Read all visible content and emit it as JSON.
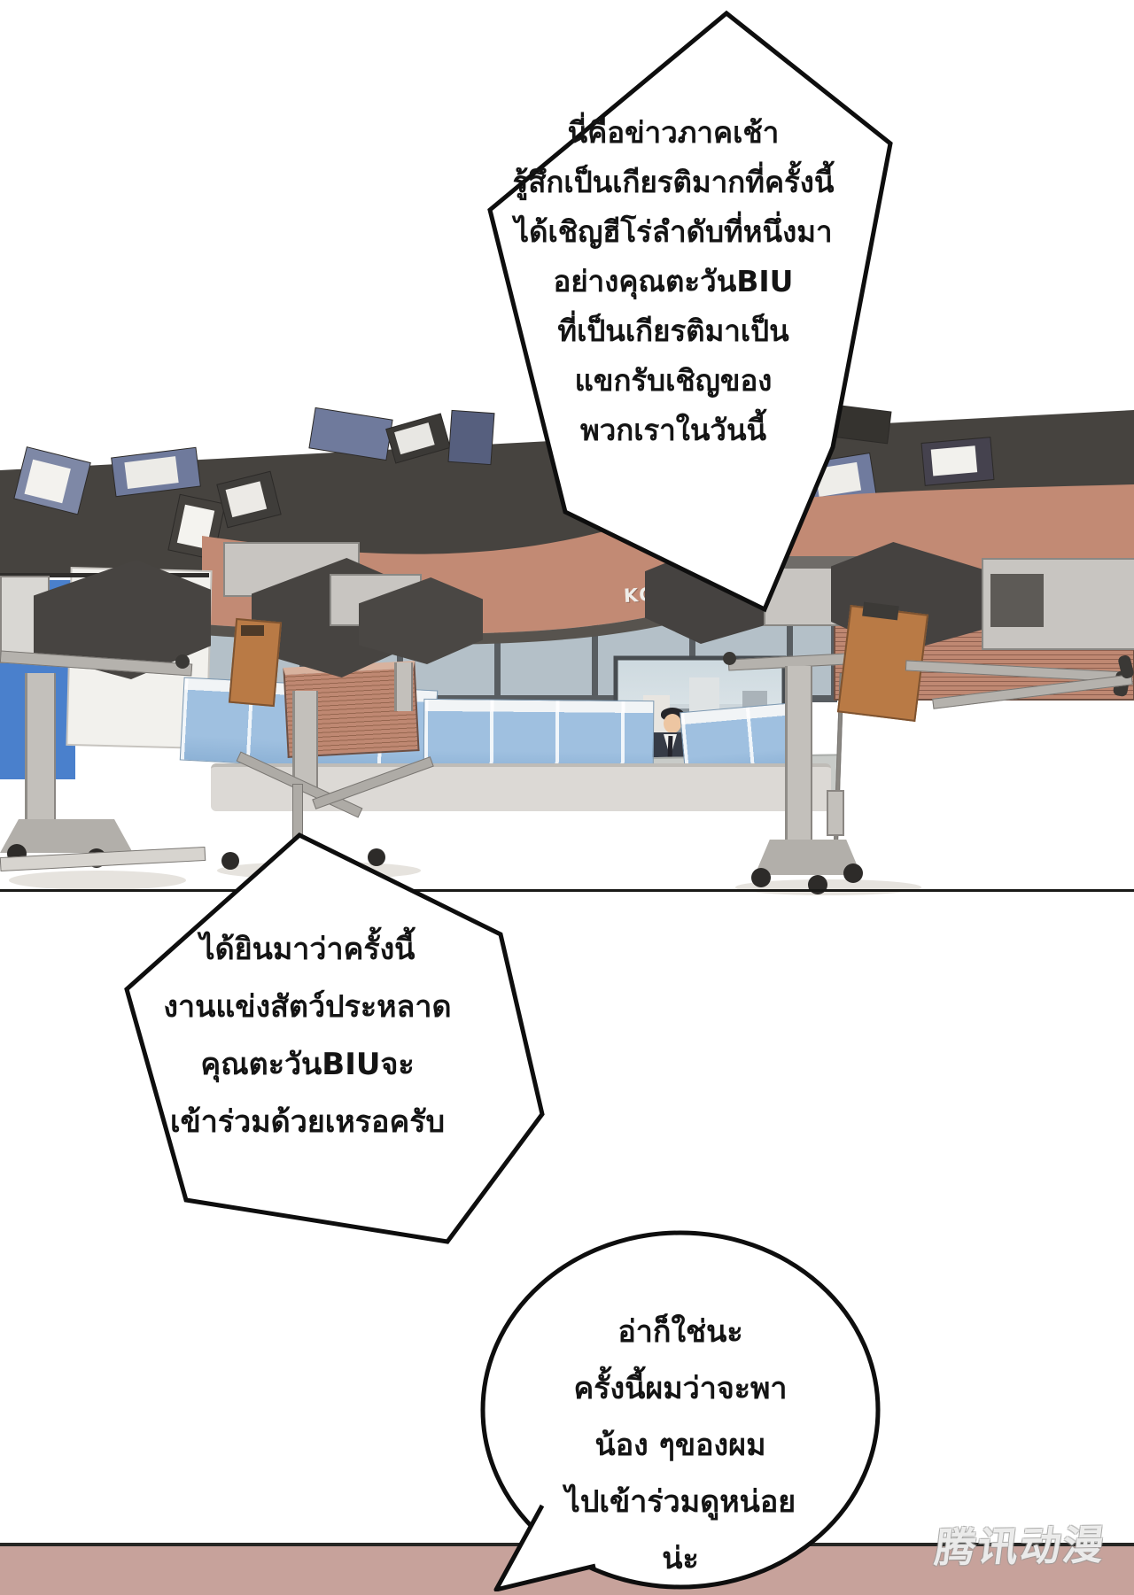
{
  "comic": {
    "bubbles": [
      {
        "speaker": "news-anchor",
        "shape": "pentagon",
        "text": "นี่คือข่าวภาคเช้า\nรู้สึกเป็นเกียรติมากที่ครั้งนี้\nได้เชิญฮีโร่ลำดับที่หนึ่งมา\nอย่างคุณตะวันBIU\nที่เป็นเกียรติมาเป็น\nแขกรับเชิญของ\nพวกเราในวันนี้"
      },
      {
        "speaker": "news-anchor",
        "shape": "pentagon",
        "text": "ได้ยินมาว่าครั้งนี้\nงานแข่งสัตว์ประหลาด\nคุณตะวันBIUจะ\nเข้าร่วมด้วยเหรอครับ"
      },
      {
        "speaker": "guest-tawan-biu",
        "shape": "ellipse",
        "text": "อ่าก็ใช่นะ\nครั้งนี้ผมว่าจะพา\nน้อง ๆของผม\nไปเข้าร่วมดูหน่อย\nน่ะ"
      }
    ],
    "studio": {
      "sign": "KOMO NEWS"
    },
    "watermark": "腾讯动漫",
    "colors": {
      "ceiling": "#46433f",
      "studio_wall": "#c28a74",
      "window_glass": "#b4c0c8",
      "desk_blue": "#9fc0e0",
      "chroma_blue": "#4a80cc",
      "bottom_band_pink": "#c7a29b",
      "outline_black": "#0e0e0e"
    }
  }
}
